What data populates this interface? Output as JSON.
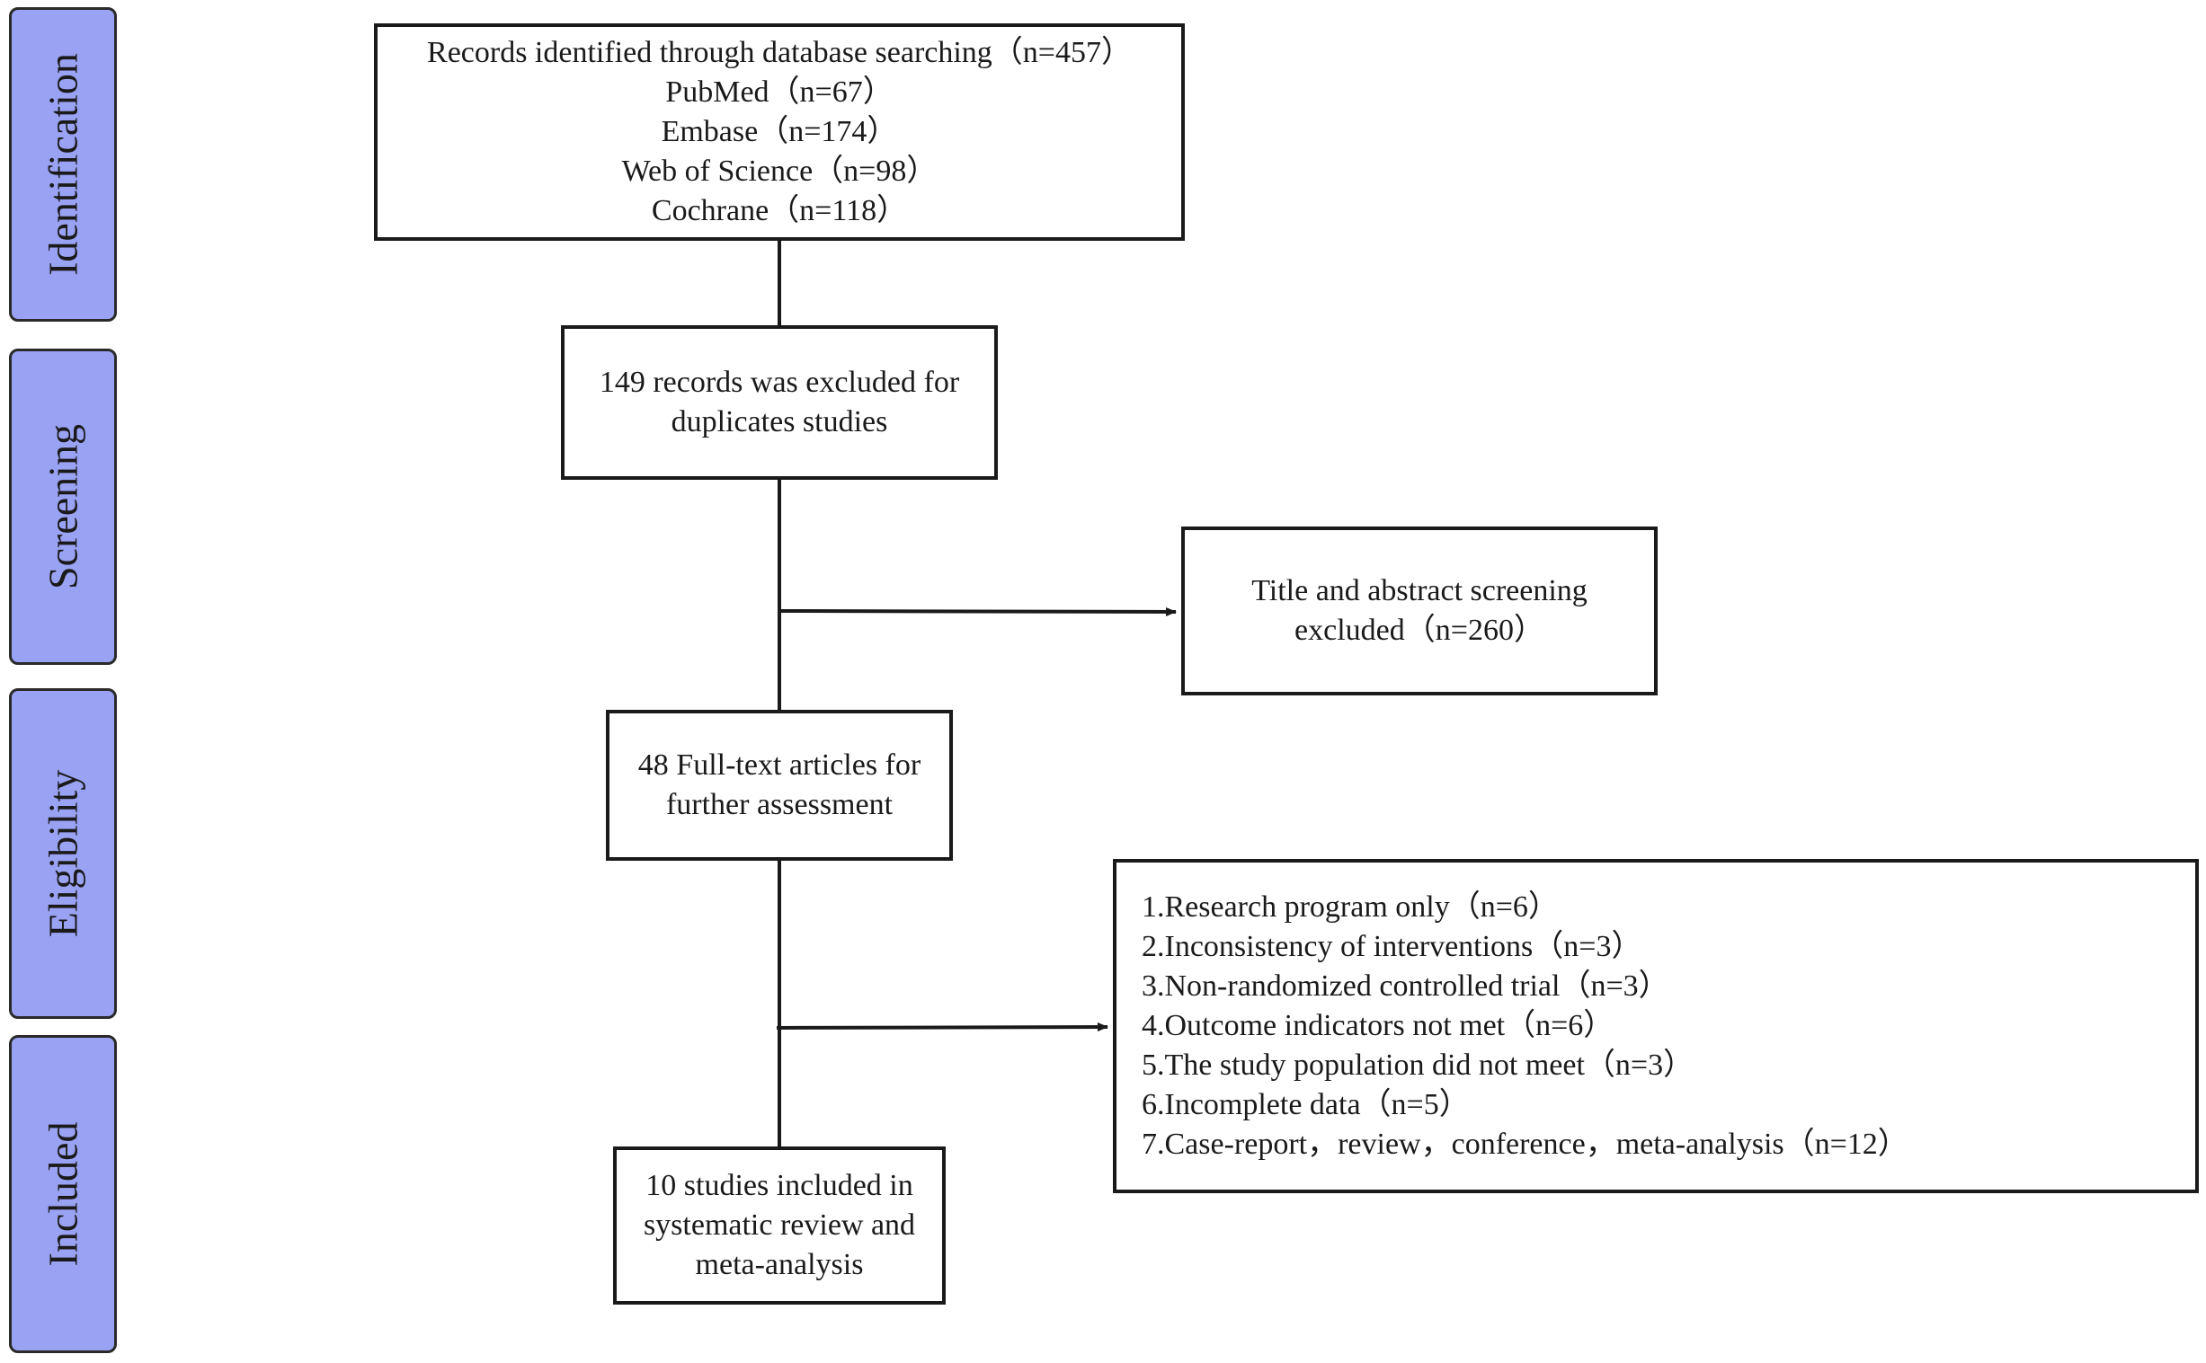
{
  "stages": {
    "identification": "Identification",
    "screening": "Screening",
    "eligibility": "Eligibility",
    "included": "Included"
  },
  "identification_box": {
    "lines": [
      "Records identified through database searching（n=457）",
      "PubMed（n=67）",
      "Embase（n=174）",
      "Web of Science（n=98）",
      "Cochrane（n=118）"
    ]
  },
  "duplicates_box": {
    "lines": [
      "149 records was excluded for",
      "duplicates studies"
    ]
  },
  "title_abstract_box": {
    "lines": [
      "Title and abstract screening",
      "excluded（n=260）"
    ]
  },
  "fulltext_box": {
    "lines": [
      "48 Full-text articles for",
      "further assessment"
    ]
  },
  "exclusion_reasons_box": {
    "lines": [
      "1.Research program only（n=6）",
      "2.Inconsistency of interventions（n=3）",
      "3.Non-randomized controlled trial（n=3）",
      "4.Outcome indicators not met（n=6）",
      "5.The study population did not meet（n=3）",
      "6.Incomplete data（n=5）",
      "7.Case-report，review，conference，meta-analysis（n=12）"
    ]
  },
  "included_box": {
    "lines": [
      "10 studies included in",
      "systematic review and",
      "meta-analysis"
    ]
  },
  "colors": {
    "stage_fill": "#9aa3f3",
    "line": "#1a1a1a"
  }
}
